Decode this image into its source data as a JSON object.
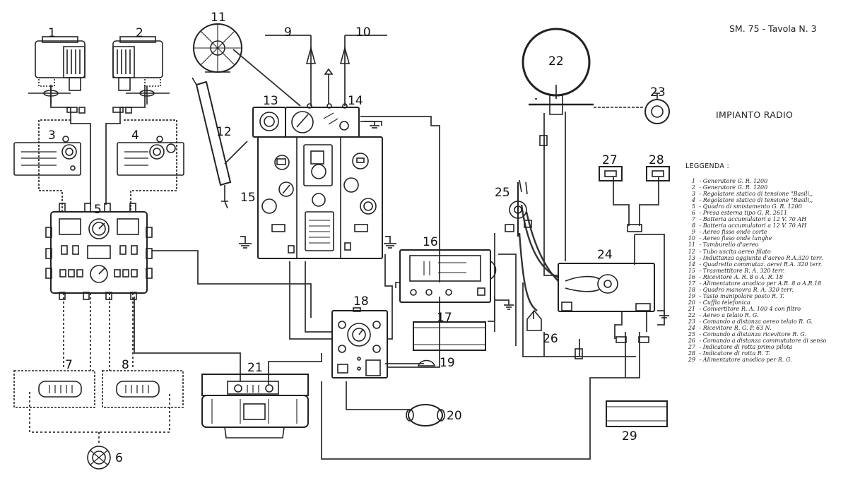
{
  "header": {
    "sheet": "SM. 75 - Tavola N. 3",
    "title": "IMPIANTO RADIO",
    "legend_title": "LEGGENDA :"
  },
  "legend": [
    {
      "n": "1",
      "text": "Generatore G. R. 1200"
    },
    {
      "n": "2",
      "text": "Generatore G. R. 1200"
    },
    {
      "n": "3",
      "text": "Regolatore statico di tensione \"Basili,,"
    },
    {
      "n": "4",
      "text": "Regolatore statico di tensione \"Basili,,"
    },
    {
      "n": "5",
      "text": "Quadro di smistamento G. R. 1200"
    },
    {
      "n": "6",
      "text": "Presa esterna tipo G. R. 2611"
    },
    {
      "n": "7",
      "text": "Batteria accumulatori a 12 V. 70 AH"
    },
    {
      "n": "8",
      "text": "Batteria accumulatori a 12 V. 70 AH"
    },
    {
      "n": "9",
      "text": "Aereo fisso onde corte"
    },
    {
      "n": "10",
      "text": "Aereo fisso onde lunghe"
    },
    {
      "n": "11",
      "text": "Tamburello d'aereo"
    },
    {
      "n": "12",
      "text": "Tubo uscita aereo filato"
    },
    {
      "n": "13",
      "text": "Induttanza aggiunta d'aereo R.A.320 terr."
    },
    {
      "n": "14",
      "text": "Quadretto commutaz. aerei R.A. 320 terr."
    },
    {
      "n": "15",
      "text": "Trasmettitore R. A. 320 terr."
    },
    {
      "n": "16",
      "text": "Ricevitore A. R. 8 o A. R. 18"
    },
    {
      "n": "17",
      "text": "Alimentatore anodico per A.R. 8 o A.R.18"
    },
    {
      "n": "18",
      "text": "Quadro manovra R. A. 320 terr."
    },
    {
      "n": "19",
      "text": "Tasto manipolare posto R. T."
    },
    {
      "n": "20",
      "text": "Cuffia telefonica"
    },
    {
      "n": "21",
      "text": "Convertitore R. A. 100 4 con filtro"
    },
    {
      "n": "22",
      "text": "Aereo a telaio R. G."
    },
    {
      "n": "23",
      "text": "Comando a distanza aereo telaio R. G."
    },
    {
      "n": "24",
      "text": "Ricevitore R. G. P. 63 N."
    },
    {
      "n": "25",
      "text": "Comando a distanza ricevitore R. G."
    },
    {
      "n": "26",
      "text": "Comando a distanza commutatore di senso"
    },
    {
      "n": "27",
      "text": "Indicatore di rotta primo pilota"
    },
    {
      "n": "28",
      "text": "Indicatore di rotta R. T."
    },
    {
      "n": "29",
      "text": "Alimentatore anodico per R. G."
    }
  ],
  "callouts": [
    "1",
    "2",
    "3",
    "4",
    "5",
    "6",
    "7",
    "8",
    "9",
    "10",
    "11",
    "12",
    "13",
    "14",
    "15",
    "16",
    "17",
    "18",
    "19",
    "20",
    "21",
    "22",
    "23",
    "24",
    "25",
    "26",
    "27",
    "28",
    "29"
  ]
}
